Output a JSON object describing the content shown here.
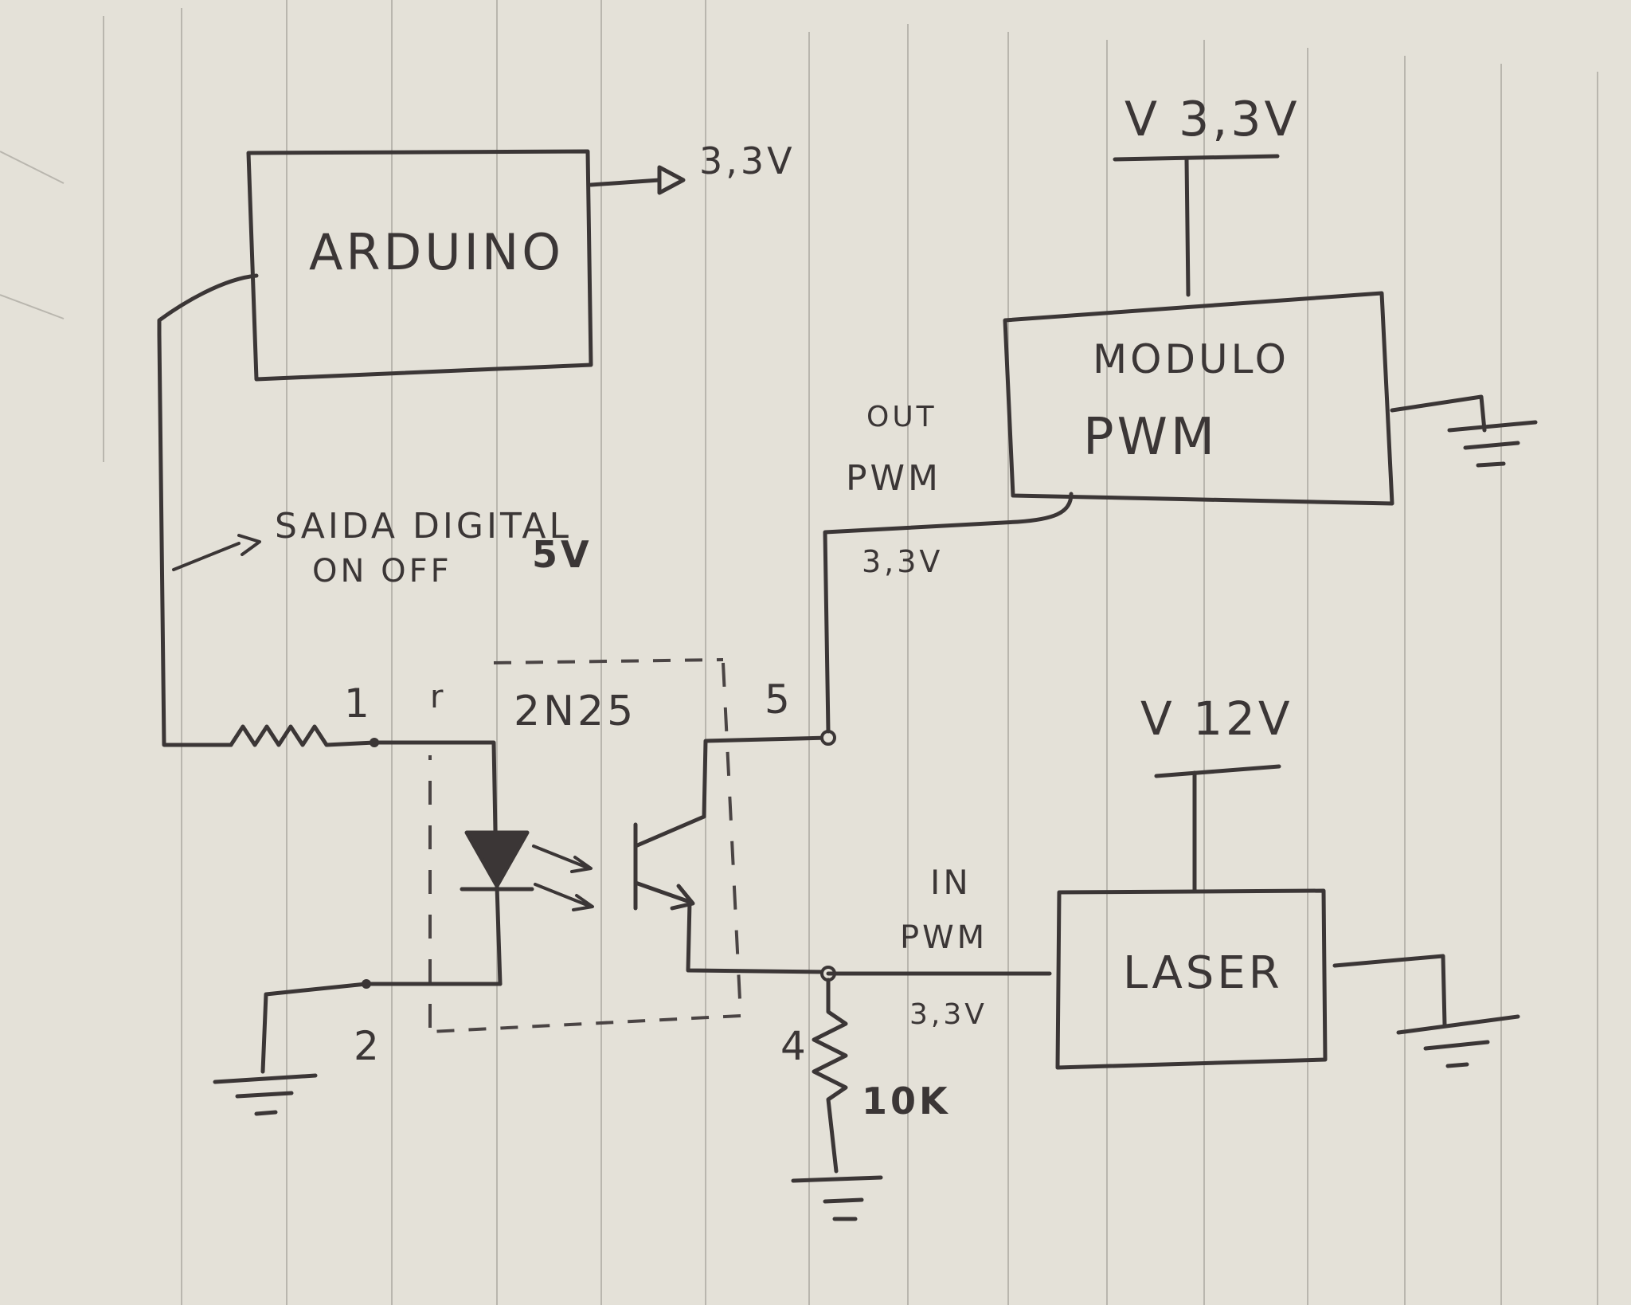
{
  "diagram": {
    "arduino": {
      "label": "ARDUINO",
      "supply": "3,3V"
    },
    "digital_output": {
      "line1": "SAIDA DIGITAL",
      "line2": "ON OFF",
      "voltage": "5V"
    },
    "optocoupler": {
      "part": "2N25",
      "pins": {
        "p1": "1",
        "p2": "2",
        "p4": "4",
        "p5": "5",
        "marker": "r"
      }
    },
    "pwm_module": {
      "line1": "MODULO",
      "line2": "PWM",
      "supply": "V 3,3V",
      "out_line1": "OUT",
      "out_line2": "PWM",
      "out_voltage": "3,3V"
    },
    "laser": {
      "label": "LASER",
      "supply": "V 12V",
      "in_line1": "IN",
      "in_line2": "PWM",
      "in_voltage": "3,3V"
    },
    "pulldown_resistor": {
      "value": "10K"
    }
  },
  "colors": {
    "paper": "#e4e1d8",
    "ink": "#3b3636",
    "rule": "#b9b6ae"
  },
  "icons": [
    "ground-icon",
    "led-icon",
    "phototransistor-icon",
    "resistor-icon",
    "supply-bar-icon",
    "arrow-icon"
  ]
}
